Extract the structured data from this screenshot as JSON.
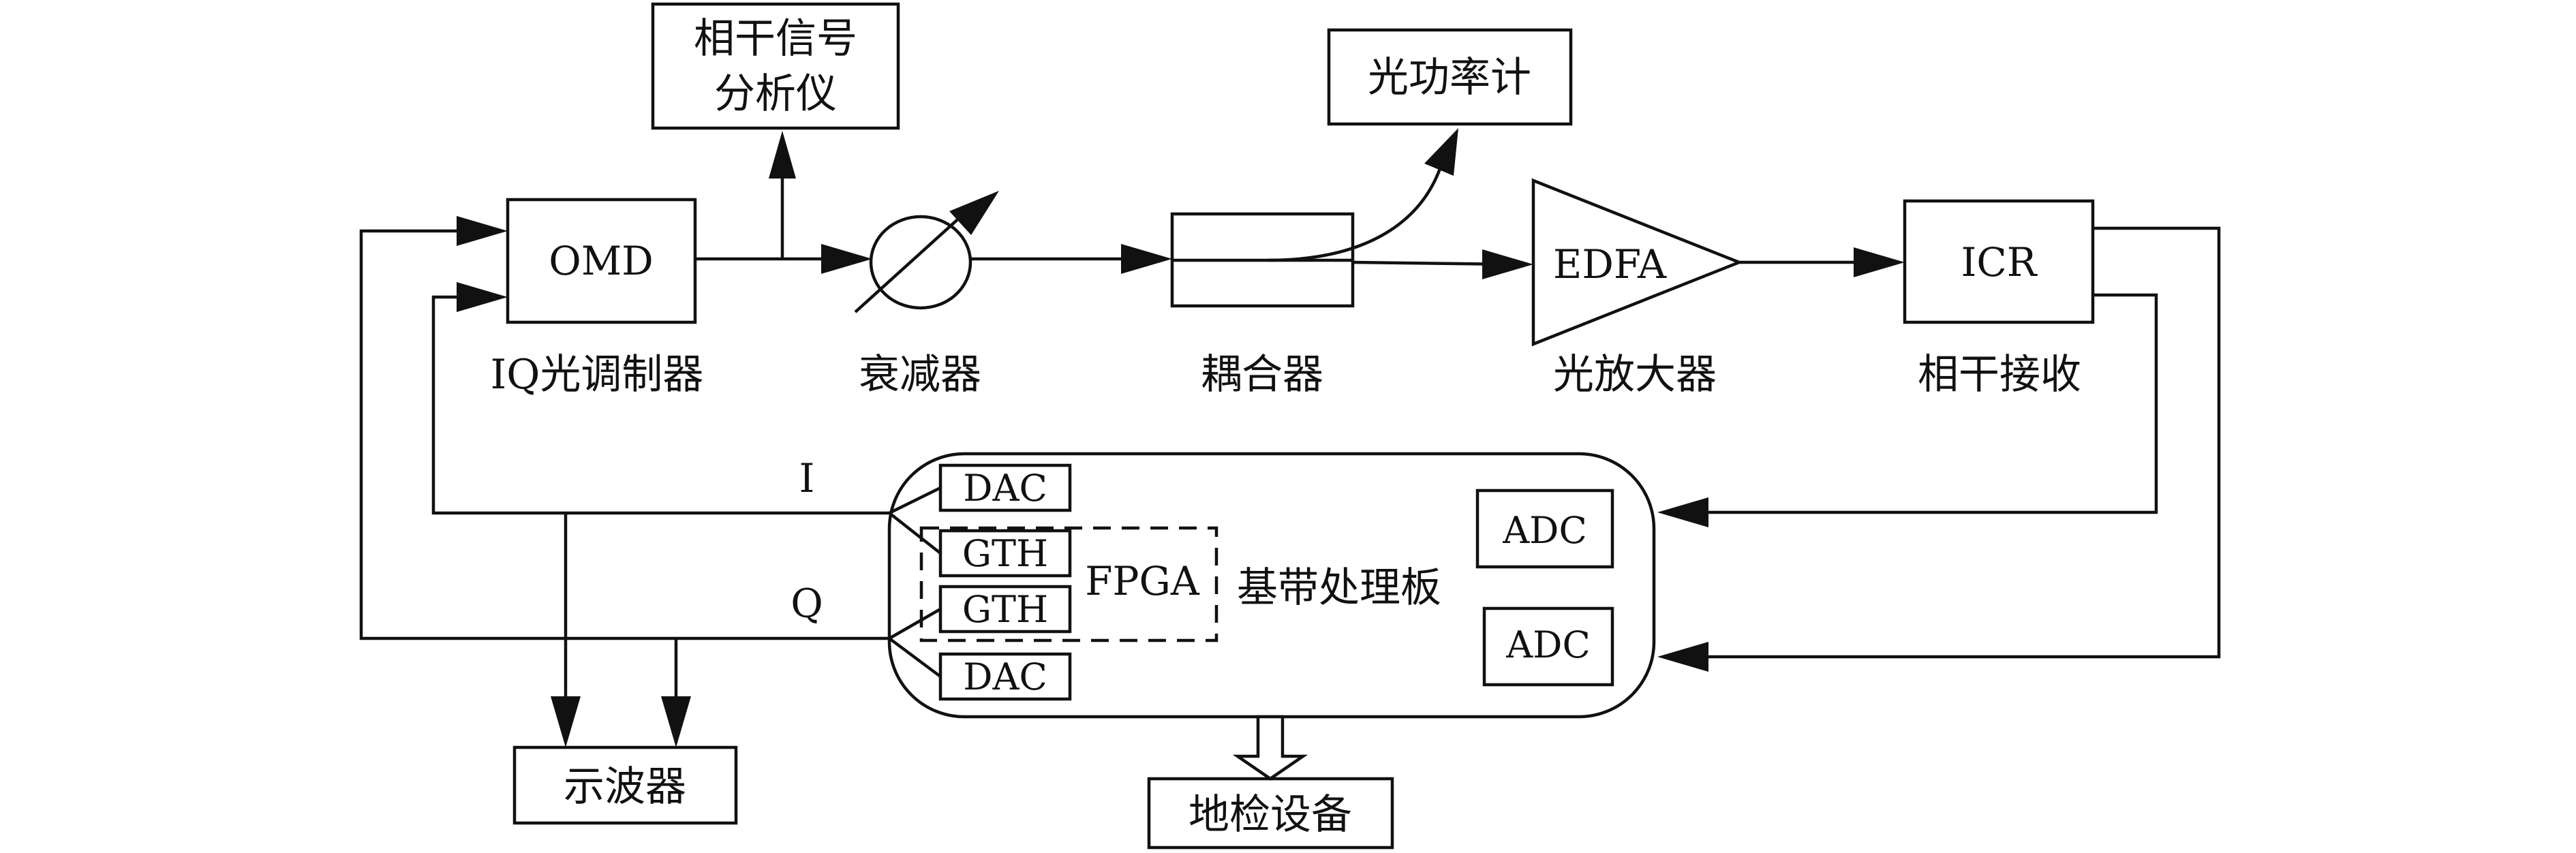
{
  "labels": {
    "coherent_analyzer_line1": "相干信号",
    "coherent_analyzer_line2": "分析仪",
    "power_meter": "光功率计",
    "omd": "OMD",
    "iq_modulator": "IQ光调制器",
    "attenuator": "衰减器",
    "coupler": "耦合器",
    "edfa": "EDFA",
    "optical_amplifier": "光放大器",
    "icr": "ICR",
    "coherent_receiver": "相干接收",
    "signal_i": "I",
    "signal_q": "Q",
    "dac_top": "DAC",
    "gth_top": "GTH",
    "fpga": "FPGA",
    "gth_bottom": "GTH",
    "dac_bottom": "DAC",
    "baseband_board": "基带处理板",
    "adc_top": "ADC",
    "adc_bottom": "ADC",
    "oscilloscope": "示波器",
    "ground_equipment": "地检设备"
  }
}
